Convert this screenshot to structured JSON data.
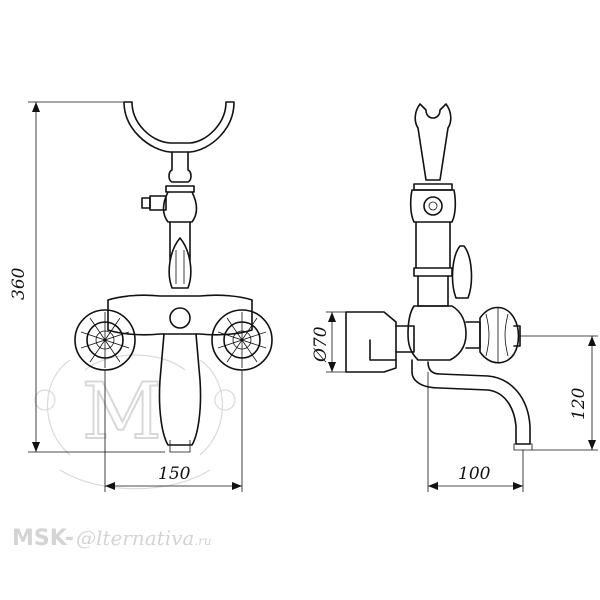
{
  "dimensions": {
    "height": "360",
    "width_front": "150",
    "diameter": "Ø70",
    "spout_height": "120",
    "spout_reach": "100"
  },
  "watermark": {
    "brand_prefix": "MSK-",
    "brand_at": "@",
    "brand_suffix": "lternativa",
    "brand_tld": ".ru",
    "monogram": "M"
  }
}
